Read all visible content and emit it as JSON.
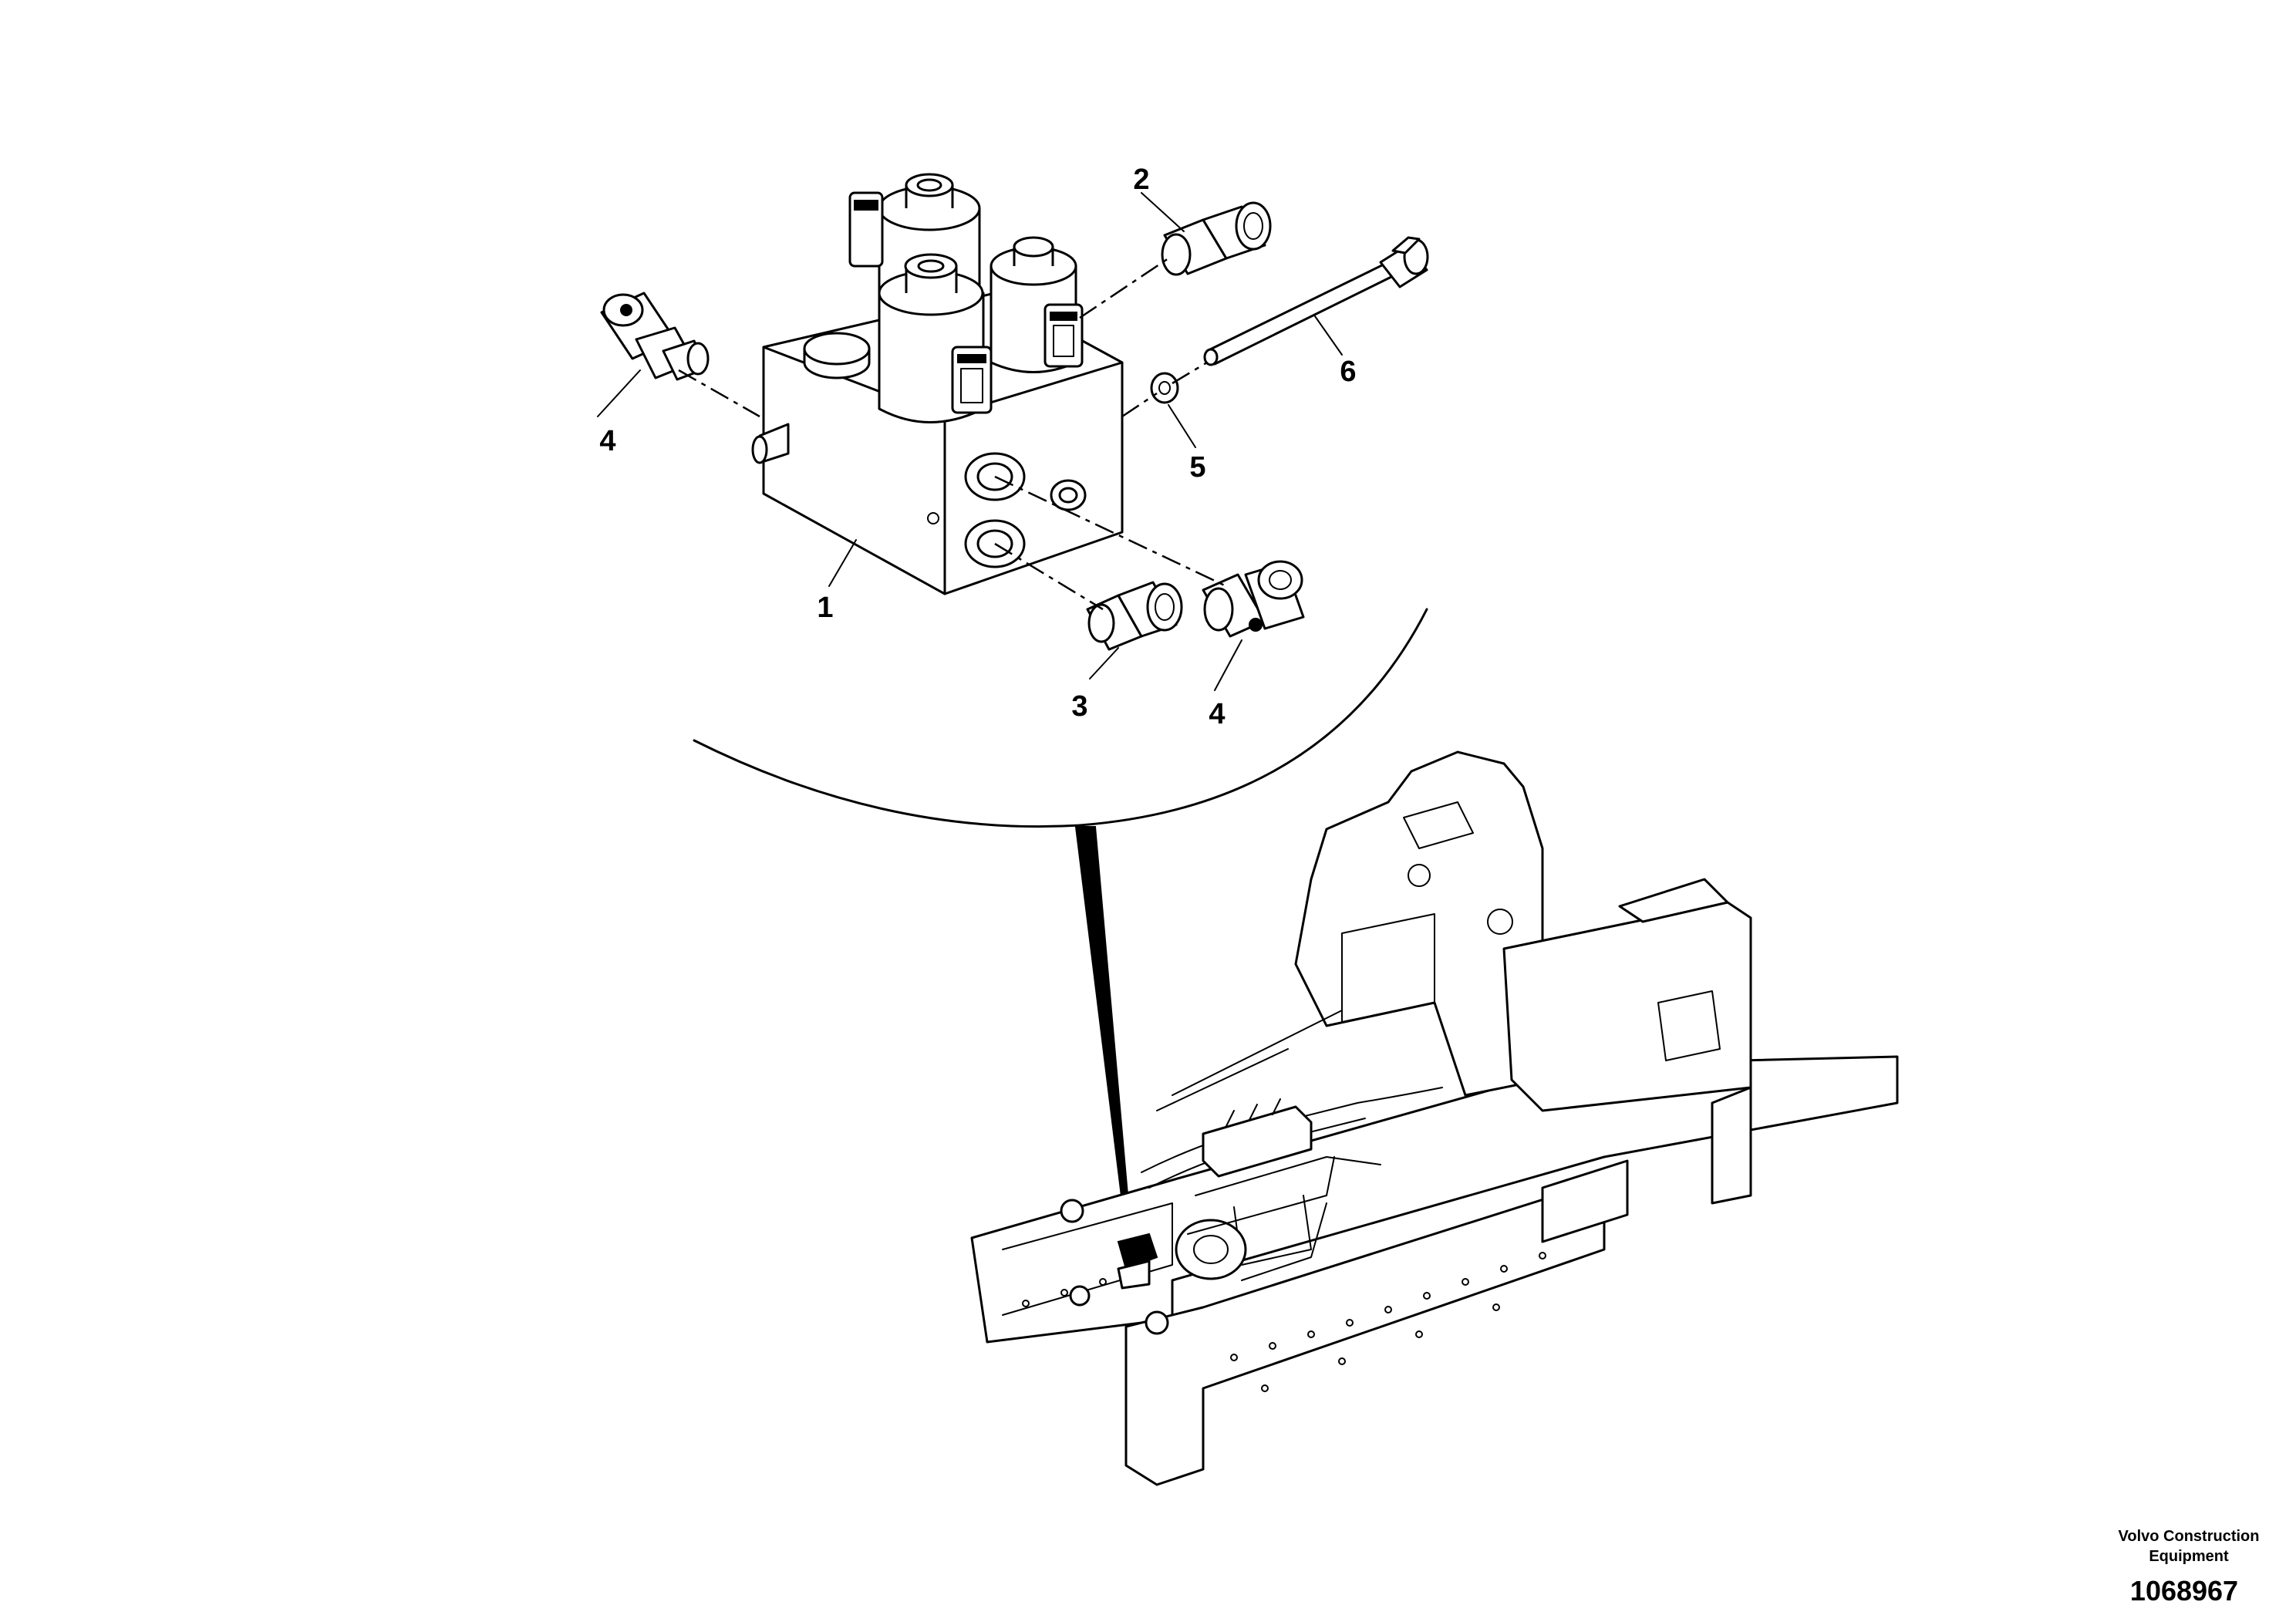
{
  "diagram": {
    "callouts": {
      "c1": "1",
      "c2": "2",
      "c3": "3",
      "c4a": "4",
      "c4b": "4",
      "c5": "5",
      "c6": "6"
    }
  },
  "footer": {
    "brand_line1": "Volvo Construction",
    "brand_line2": "Equipment",
    "document_number": "1068967"
  }
}
